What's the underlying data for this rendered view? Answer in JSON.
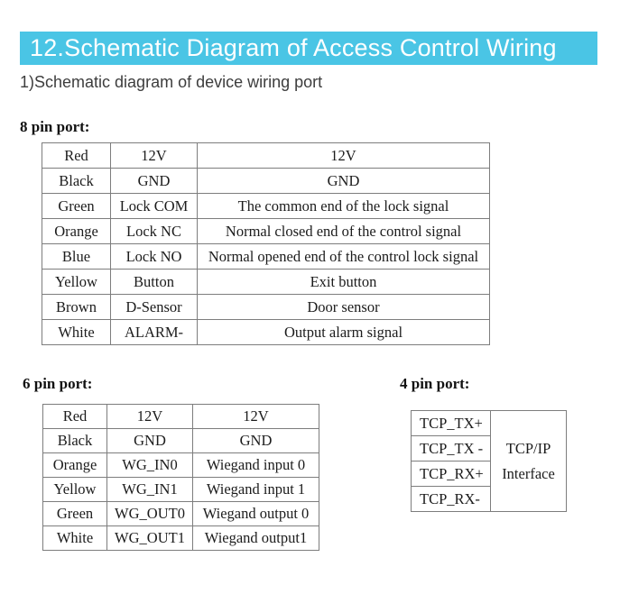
{
  "page": {
    "title": "12.Schematic Diagram of Access Control Wiring",
    "subtitle": "1)Schematic diagram of device wiring port",
    "accent_color": "#4AC5E5",
    "border_color": "#7d7d7d"
  },
  "pin8": {
    "label": "8 pin port:",
    "rows": [
      [
        "Red",
        "12V",
        "12V"
      ],
      [
        "Black",
        "GND",
        "GND"
      ],
      [
        "Green",
        "Lock COM",
        "The common end of the lock signal"
      ],
      [
        "Orange",
        "Lock NC",
        "Normal closed end of the control signal"
      ],
      [
        "Blue",
        "Lock NO",
        "Normal opened end of the control lock signal"
      ],
      [
        "Yellow",
        "Button",
        "Exit button"
      ],
      [
        "Brown",
        "D-Sensor",
        "Door sensor"
      ],
      [
        "White",
        "ALARM-",
        "Output alarm signal"
      ]
    ]
  },
  "pin6": {
    "label": "6 pin port:",
    "rows": [
      [
        "Red",
        "12V",
        "12V"
      ],
      [
        "Black",
        "GND",
        "GND"
      ],
      [
        "Orange",
        "WG_IN0",
        "Wiegand input 0"
      ],
      [
        "Yellow",
        "WG_IN1",
        "Wiegand input 1"
      ],
      [
        "Green",
        "WG_OUT0",
        "Wiegand output 0"
      ],
      [
        "White",
        "WG_OUT1",
        "Wiegand output1"
      ]
    ]
  },
  "pin4": {
    "label": "4 pin port:",
    "pins": [
      "TCP_TX+",
      "TCP_TX -",
      "TCP_RX+",
      "TCP_RX-"
    ],
    "interface_line1": "TCP/IP",
    "interface_line2": "Interface"
  }
}
